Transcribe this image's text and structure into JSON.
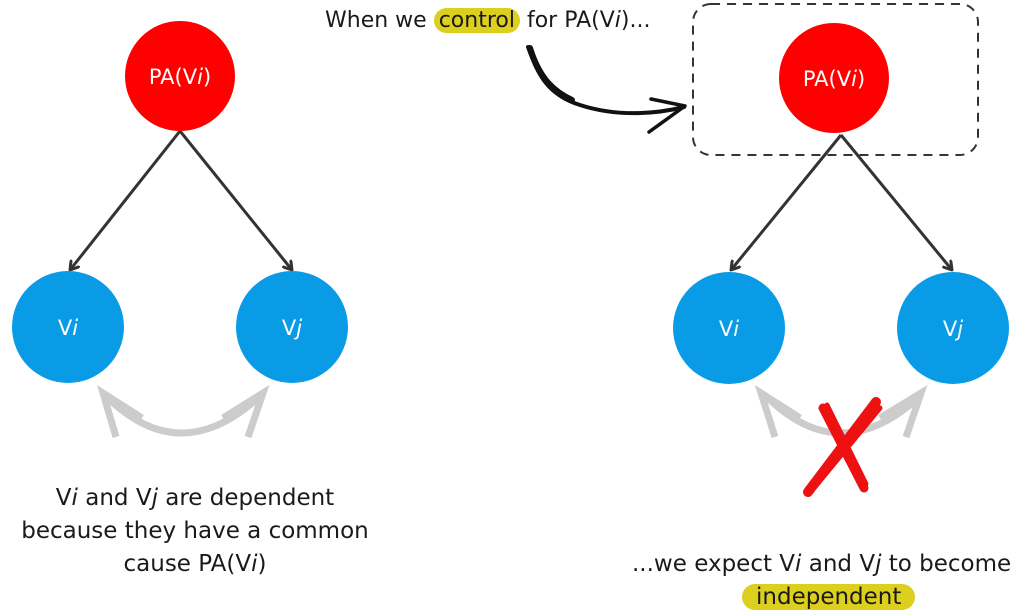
{
  "colors": {
    "parent_node": "#ff0000",
    "child_node": "#0a9be6",
    "edge": "#333333",
    "dependence_arrow": "#cccccc",
    "highlight": "#dccf1e",
    "cross_mark": "#ee1111"
  },
  "top_caption": {
    "before": "When we ",
    "highlight": "control",
    "after_prefix": " for PA(V",
    "after_italic": "i",
    "after_suffix": ")..."
  },
  "left_panel": {
    "parent_node": {
      "base": "PA(V",
      "italic": "i",
      "suffix": ")"
    },
    "child_i": {
      "base": "V",
      "italic": "i"
    },
    "child_j": {
      "base": "V",
      "italic": "j"
    },
    "caption": {
      "line1_a": "V",
      "line1_a_italic": "i",
      "line1_b": " and V",
      "line1_b_italic": "j",
      "line1_c": " are dependent",
      "line2": "because they have a common",
      "line3_a": "cause PA(V",
      "line3_italic": "i",
      "line3_b": ")"
    }
  },
  "right_panel": {
    "parent_node": {
      "base": "PA(V",
      "italic": "i",
      "suffix": ")"
    },
    "child_i": {
      "base": "V",
      "italic": "i"
    },
    "child_j": {
      "base": "V",
      "italic": "j"
    },
    "caption": {
      "line1_a": "...we expect V",
      "line1_a_italic": "i",
      "line1_b": " and V",
      "line1_b_italic": "j",
      "line1_c": " to become",
      "line2_highlight": "independent"
    }
  }
}
